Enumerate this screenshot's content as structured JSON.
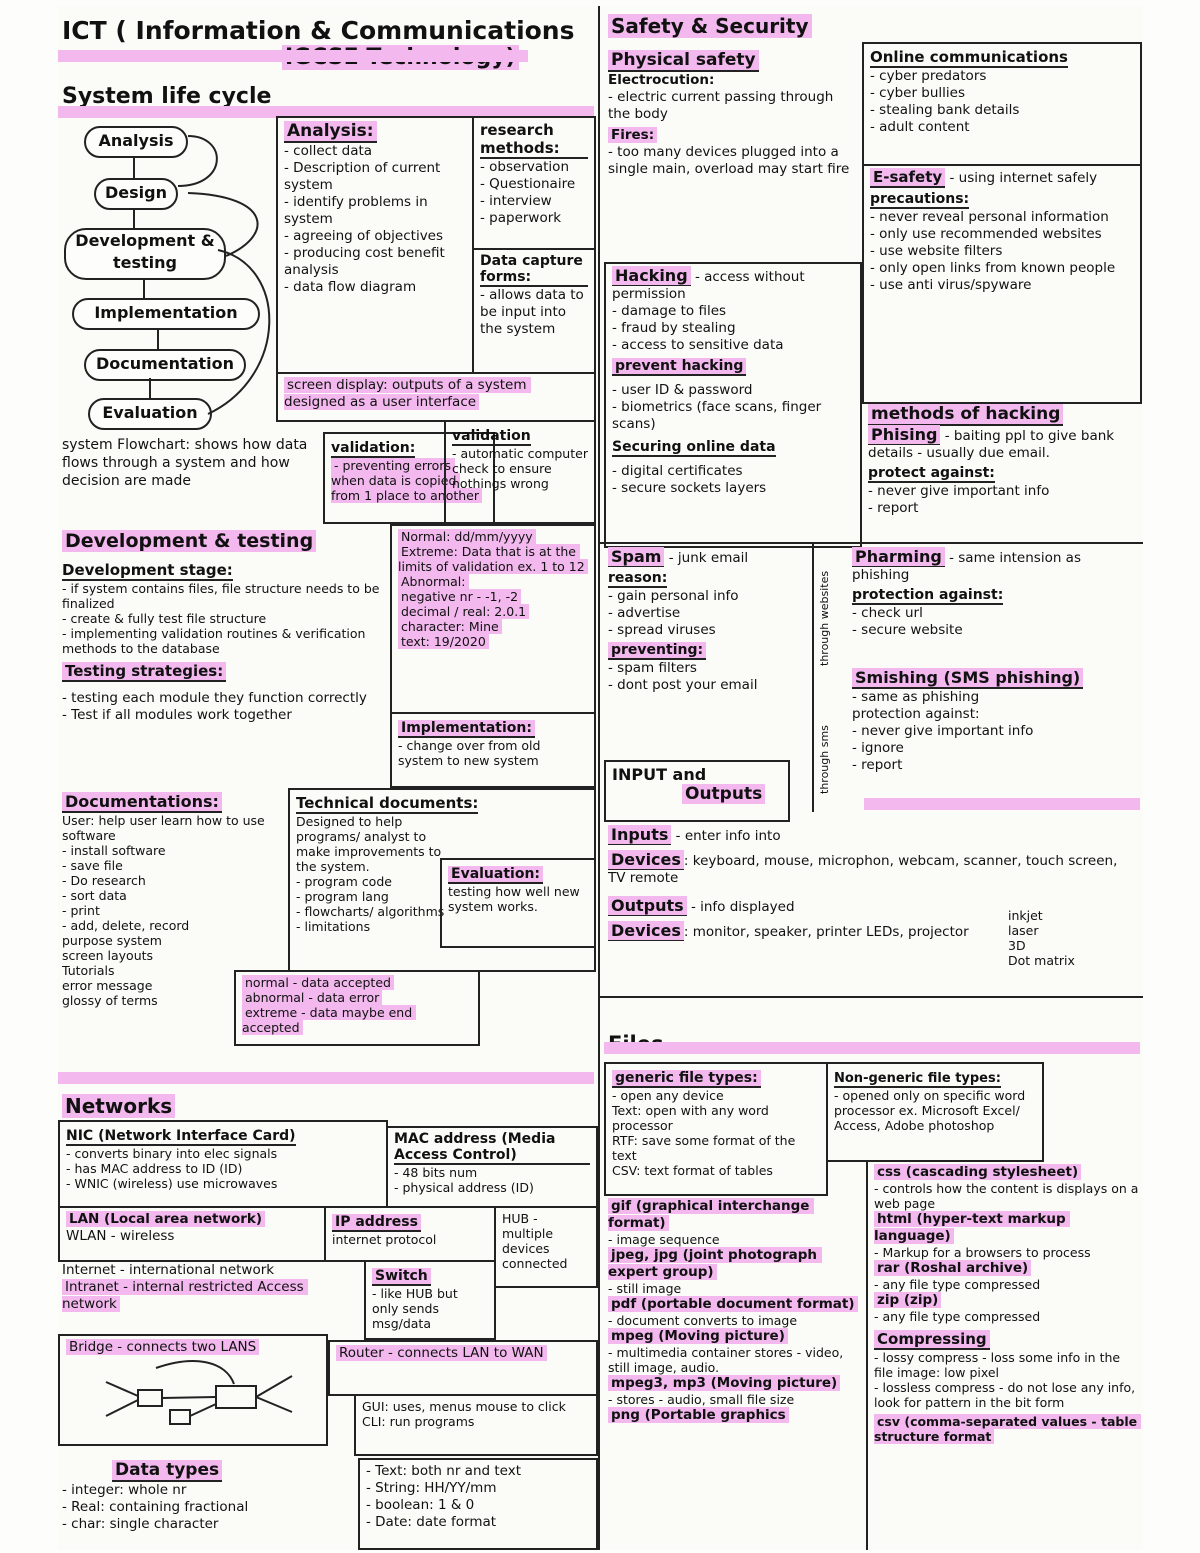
{
  "title": {
    "line1": "ICT ( Information & Communications",
    "line2": "IGCSE        Technology)"
  },
  "system_life_cycle": {
    "heading": "System life cycle",
    "stages": [
      "Analysis",
      "Design",
      "Development & testing",
      "Implementation",
      "Documentation",
      "Evaluation"
    ],
    "analysis_heading": "Analysis:",
    "analysis_items": [
      "- collect data",
      "- Description of current system",
      "- identify problems in system",
      "- agreeing of objectives",
      "- producing cost benefit analysis",
      "- data flow diagram"
    ],
    "research_heading": "research methods:",
    "research_items": [
      "- observation",
      "- Questionaire",
      "- interview",
      "- paperwork"
    ],
    "data_capture_heading": "Data capture forms:",
    "data_capture_text": "- allows data to be input into the system",
    "screen_display": "screen display: outputs of a system designed as a user interface",
    "flowchart": "system Flowchart: shows how data flows through a system and how decision are made",
    "validation_heading": "validation:",
    "validation_text": "- preventing errors when data is copied from 1 place to another",
    "validation2_heading": "validation",
    "validation2_text": "- automatic computer check to ensure nothings wrong"
  },
  "development": {
    "heading": "Development & testing",
    "stage_heading": "Development stage:",
    "stage_items": [
      "- if system contains files, file structure needs to be finalized",
      "- create & fully test file structure",
      "- implementing validation routines & verification methods to the database"
    ],
    "test_heading": "Testing strategies:",
    "test_items": [
      "- testing each module they function correctly",
      "- Test if all modules work together"
    ],
    "test_data": [
      "Normal: dd/mm/yyyy",
      "Extreme: Data that is at the limits of validation ex. 1 to 12",
      "Abnormal:",
      "negative nr - -1, -2",
      "decimal / real: 2.0.1",
      "character: Mine",
      "text: 19/2020"
    ],
    "impl_heading": "Implementation:",
    "impl_text": "- change over from old system to new system"
  },
  "documentation": {
    "heading": "Documentations:",
    "user_lines": [
      "User: help user learn how to use software",
      "- install software",
      "- save file",
      "- Do research",
      "- sort data",
      "- print",
      "- add, delete, record",
      "purpose system",
      "screen layouts",
      "Tutorials",
      "error message",
      "glossy of terms"
    ],
    "tech_heading": "Technical documents:",
    "tech_lines": [
      "Designed to help programs/ analyst to make improvements to the system.",
      "- program code",
      "- program lang",
      "- flowcharts/ algorithms",
      "- limitations"
    ],
    "eval_heading": "Evaluation:",
    "eval_text": "testing how well new system works.",
    "test_types": [
      "normal - data accepted",
      "abnormal - data error",
      "extreme - data maybe end accepted"
    ]
  },
  "networks": {
    "heading": "Networks",
    "nic_heading": "NIC (Network Interface Card)",
    "nic_items": [
      "- converts binary into elec signals",
      "- has MAC address to ID (ID)",
      "- WNIC (wireless) use microwaves"
    ],
    "mac_heading": "MAC address (Media Access Control)",
    "mac_items": [
      "- 48 bits num",
      "- physical address (ID)"
    ],
    "lan": "LAN (Local area network)",
    "wlan": "WLAN - wireless",
    "ip_heading": "IP address",
    "ip_text": "internet protocol",
    "hub": "HUB - multiple devices connected",
    "internet": "Internet - international network",
    "intranet": "Intranet - internal restricted Access network",
    "switch_heading": "Switch",
    "switch_text": "- like HUB but only sends msg/data",
    "bridge": "Bridge - connects two LANS",
    "router": "Router - connects LAN to WAN",
    "gui": "GUI: uses, menus mouse to click",
    "cli": "CLI: run programs"
  },
  "data_types": {
    "heading": "Data types",
    "left_items": [
      "- integer: whole nr",
      "- Real: containing fractional",
      "- char: single character"
    ],
    "right_items": [
      "- Text: both nr and text",
      "- String: HH/YY/mm",
      "- boolean: 1 & 0",
      "- Date: date format"
    ]
  },
  "safety": {
    "heading": "Safety & Security",
    "physical_heading": "Physical safety",
    "electrocution_heading": "Electrocution:",
    "electrocution_text": "- electric current passing through the body",
    "fires_heading": "Fires:",
    "fires_text": "- too many devices plugged into a single main, overload may start fire",
    "hacking_heading": "Hacking",
    "hacking_def": "- access without permission",
    "hacking_items": [
      "- damage to files",
      "- fraud by stealing",
      "- access to sensitive data"
    ],
    "prevent_heading": "prevent hacking",
    "prevent_items": [
      "- user ID & password",
      "- biometrics (face scans, finger scans)"
    ],
    "securing_heading": "Securing online data",
    "securing_items": [
      "- digital certificates",
      "- secure sockets layers"
    ],
    "online_heading": "Online communications",
    "online_items": [
      "- cyber predators",
      "- cyber bullies",
      "- stealing bank details",
      "- adult content"
    ],
    "esafety_heading": "E-safety",
    "esafety_def": "- using internet safely",
    "precautions_heading": "precautions:",
    "precautions_items": [
      "- never reveal personal information",
      "- only use recommended websites",
      "- use website filters",
      "- only open links from known people",
      "- use anti virus/spyware"
    ],
    "methods_heading": "methods of hacking",
    "phishing_heading": "Phising",
    "phishing_text": "- baiting ppl to give bank details - usually due email.",
    "protect_heading": "protect against:",
    "protect_items": [
      "- never give important info",
      "- report"
    ],
    "spam_heading": "Spam",
    "spam_def": "- junk email",
    "reason_heading": "reason:",
    "reason_items": [
      "- gain personal info",
      "- advertise",
      "- spread viruses"
    ],
    "preventing_heading": "preventing:",
    "preventing_items": [
      "- spam filters",
      "- dont post your email"
    ],
    "pharming_heading": "Pharming",
    "pharming_def": "- same intension as phishing",
    "pharming_prot": "protection against:",
    "pharming_items": [
      "- check url",
      "- secure website"
    ],
    "smishing_heading": "Smishing (SMS phishing)",
    "smishing_items": [
      "- same as phishing",
      "protection against:",
      "- never give important info",
      "- ignore",
      "- report"
    ],
    "through_websites": "through websites",
    "through_sms": "through sms"
  },
  "io": {
    "heading_line1": "INPUT and",
    "heading_line2": "Outputs",
    "inputs_heading": "Inputs",
    "inputs_text": "- enter info into",
    "in_devices_heading": "Devices",
    "in_devices_text": ": keyboard, mouse, microphon, webcam, scanner, touch screen, TV remote",
    "outputs_heading": "Outputs",
    "outputs_text": "- info displayed",
    "out_devices_heading": "Devices",
    "out_devices_text": ": monitor, speaker, printer LEDs, projector",
    "printer_types": [
      "inkjet",
      "laser",
      "3D",
      "Dot matrix"
    ]
  },
  "files": {
    "heading": "Files",
    "generic_heading": "generic file types:",
    "generic_items": [
      "- open any device",
      "Text: open with any word processor",
      "RTF: save some format of the text",
      "CSV: text format of tables"
    ],
    "nongeneric_heading": "Non-generic file types:",
    "nongeneric_text": "- opened only on specific word processor ex. Microsoft Excel/ Access, Adobe photoshop",
    "gif": "gif (graphical interchange format)",
    "gif_text": "- image sequence",
    "jpeg": "jpeg, jpg (joint photograph expert group)",
    "jpeg_text": "- still image",
    "pdf": "pdf (portable document format)",
    "pdf_text": "- document converts to image",
    "mpeg": "mpeg (Moving picture)",
    "mpeg_text": "- multimedia container stores - video, still image, audio.",
    "mp3": "mpeg3, mp3 (Moving picture)",
    "mp3_text": "- stores - audio, small file size",
    "png": "png (Portable graphics",
    "css": "css (cascading stylesheet)",
    "css_text": "- controls how the content is displays on a web page",
    "html": "html (hyper-text markup language)",
    "html_text": "- Markup for a browsers to process",
    "rar": "rar (Roshal archive)",
    "rar_text": "- any file type compressed",
    "zip": "zip (zip)",
    "zip_text": "- any file type compressed",
    "compress_heading": "Compressing",
    "compress_items": [
      "- lossy compress - loss some info in the file image: low pixel",
      "- lossless compress - do not lose any info, look for pattern in the bit form"
    ],
    "csv2": "csv (comma-separated values - table structure format"
  },
  "colors": {
    "highlight": "#f3b9ee",
    "ink": "#111111"
  }
}
